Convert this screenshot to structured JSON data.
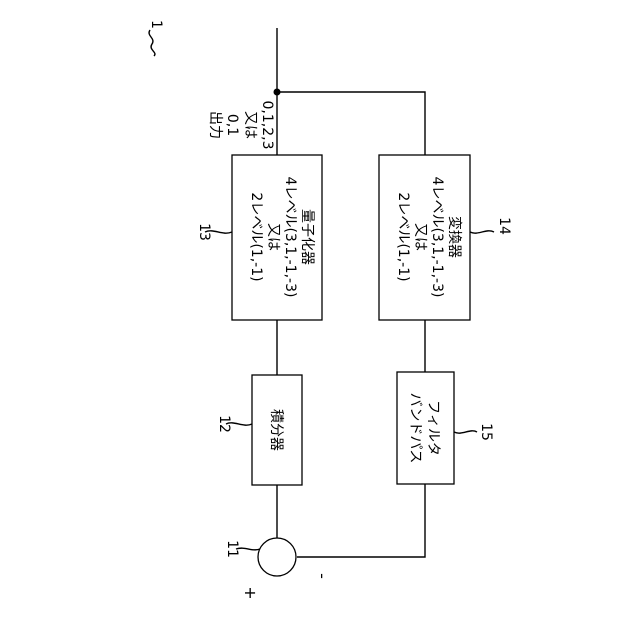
{
  "figure_number": "1",
  "output": {
    "label": "出力",
    "value_2level": "0,1",
    "conjunction": "又は",
    "value_4level": "0,1,2,3"
  },
  "quantizer": {
    "ref": "13",
    "line1": "2レベル(1,-1)",
    "line2": "又は",
    "line3": "4レベル(3,1,-1,-3)",
    "line4": "量子化器"
  },
  "converter": {
    "ref": "14",
    "line1": "2レベル(1,-1)",
    "line2": "又は",
    "line3": "4レベル(3,1,-1,-3)",
    "line4": "変換器"
  },
  "integrator": {
    "ref": "12",
    "label": "積分器"
  },
  "bandpass": {
    "ref": "15",
    "line1": "バンドパス",
    "line2": "フィルタ"
  },
  "adder": {
    "ref": "11",
    "plus": "+",
    "minus": "-"
  }
}
